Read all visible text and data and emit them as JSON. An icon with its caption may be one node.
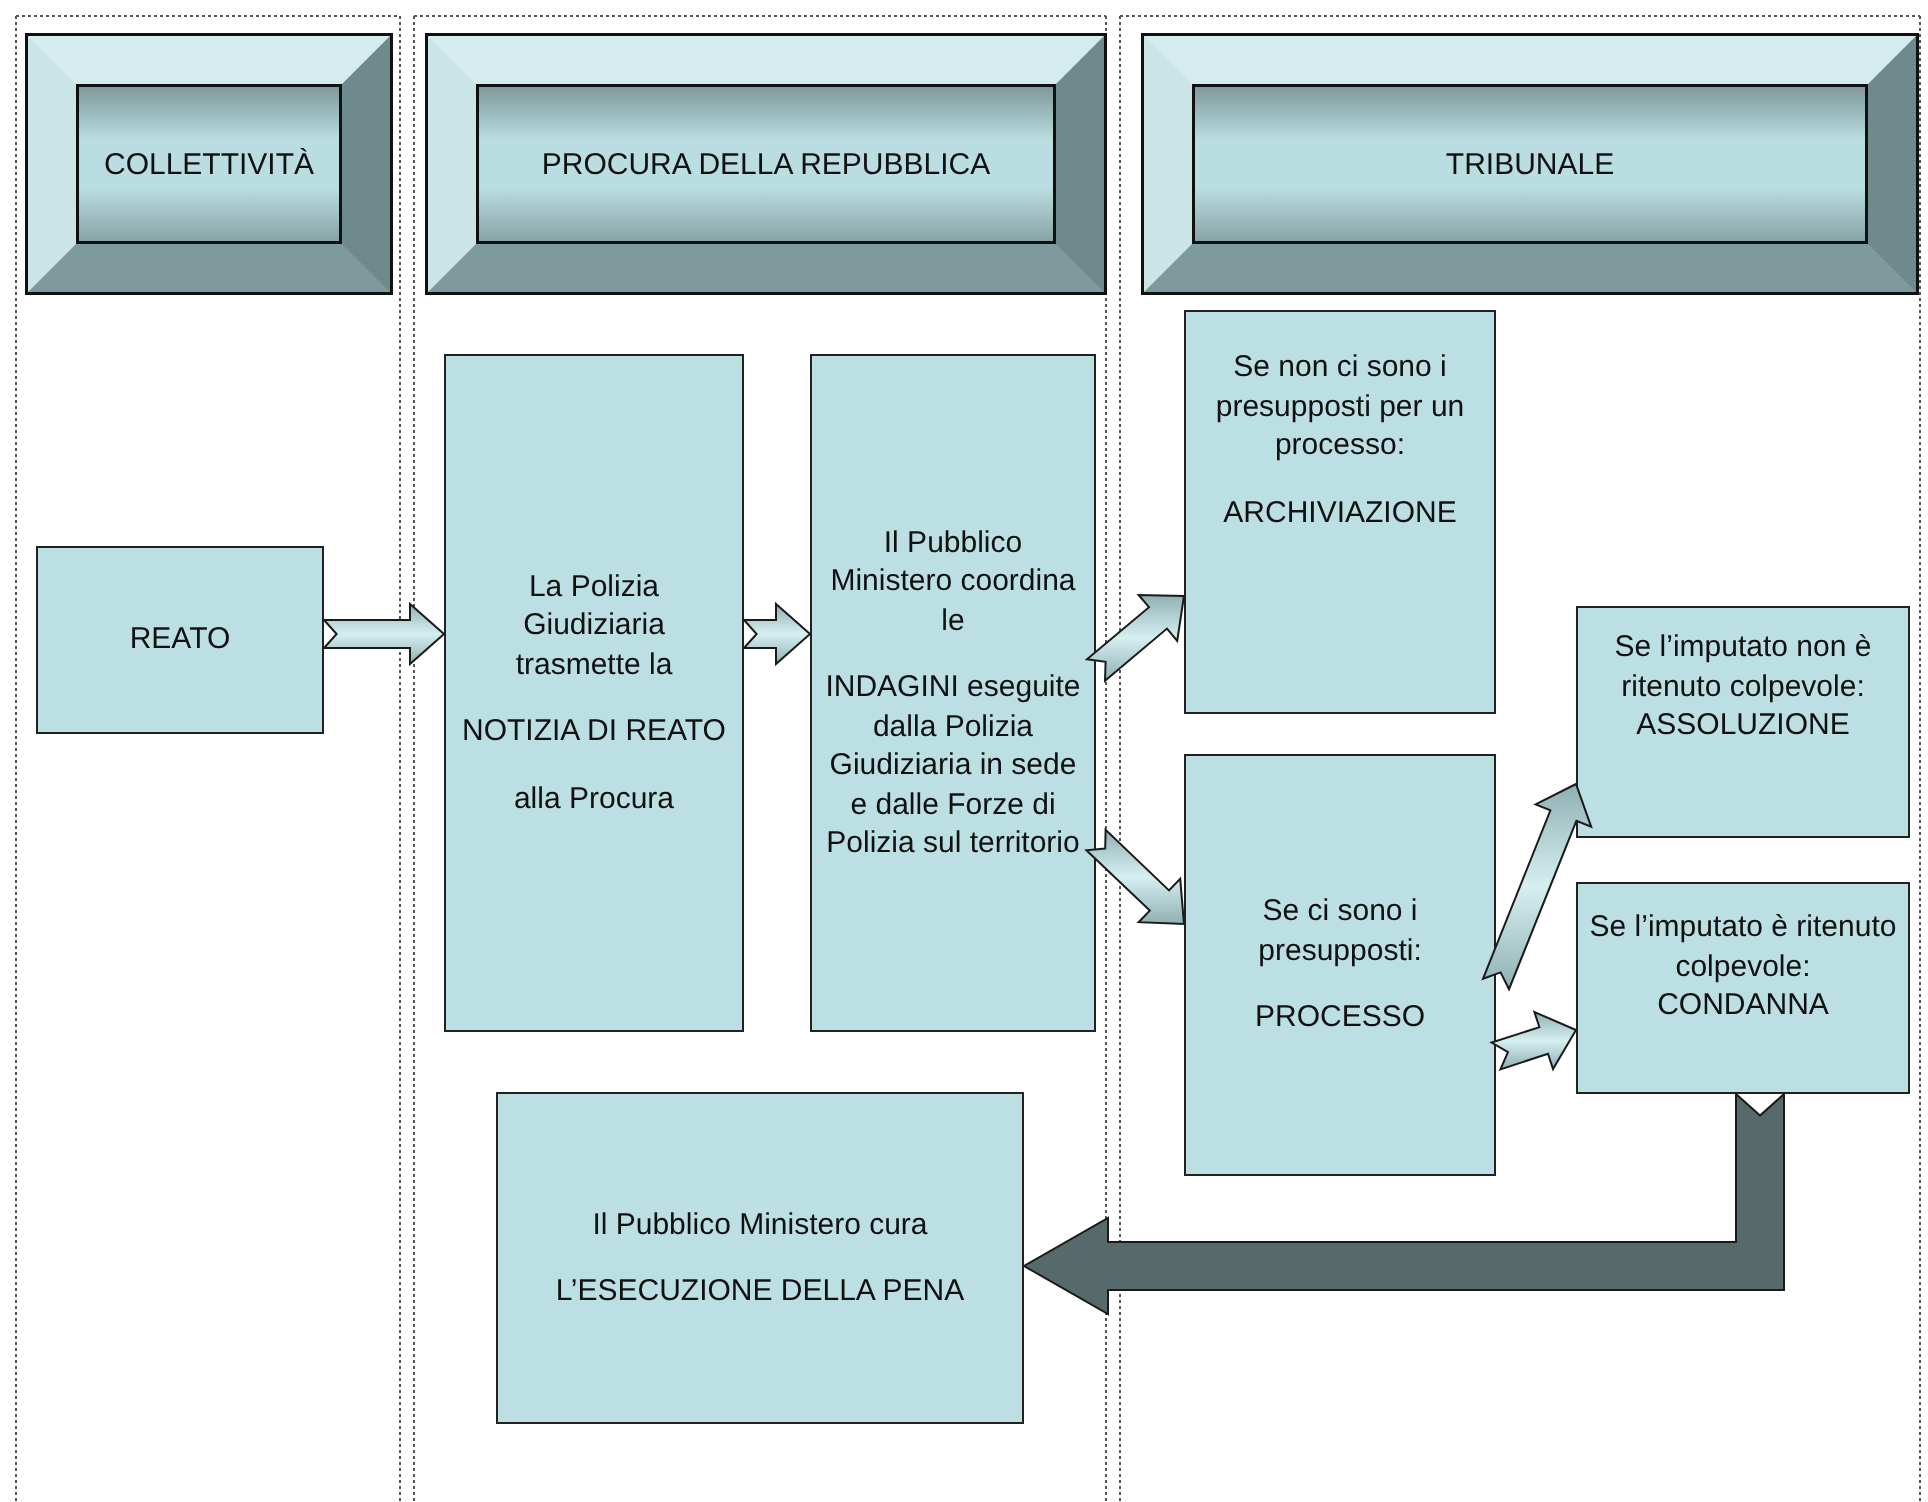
{
  "diagram": {
    "nodes": [
      {
        "text": [
          "COLLETTIVITÀ"
        ]
      },
      {
        "text": [
          "PROCURA DELLA REPUBBLICA"
        ]
      },
      {
        "text": [
          "TRIBUNALE"
        ]
      },
      {
        "text": [
          "REATO"
        ]
      },
      {
        "text": [
          "La Polizia Giudiziaria trasmette la",
          "NOTIZIA DI REATO",
          "alla Procura"
        ]
      },
      {
        "text": [
          "Il Pubblico Ministero coordina le",
          "INDAGINI eseguite dalla Polizia Giudiziaria in sede e dalle Forze di Polizia sul territorio"
        ]
      },
      {
        "text": [
          "Se non ci sono i presupposti per un processo:",
          "ARCHIVIAZIONE"
        ]
      },
      {
        "text": [
          "Se l’imputato non è ritenuto colpevole:",
          "ASSOLUZIONE"
        ]
      },
      {
        "text": [
          "Se ci sono i presupposti:",
          "PROCESSO"
        ]
      },
      {
        "text": [
          "Se l’imputato è ritenuto colpevole:",
          "CONDANNA"
        ]
      },
      {
        "text": [
          "Il Pubblico Ministero cura",
          "L’ESECUZIONE DELLA PENA"
        ]
      }
    ],
    "edges": [
      {
        "from": 3,
        "to": 4,
        "arrow": "to"
      },
      {
        "from": 4,
        "to": 5,
        "arrow": "to"
      },
      {
        "from": 5,
        "to": 6,
        "arrow": "to"
      },
      {
        "from": 5,
        "to": 8,
        "arrow": "to"
      },
      {
        "from": 8,
        "to": 7,
        "arrow": "to"
      },
      {
        "from": 8,
        "to": 9,
        "arrow": "to"
      },
      {
        "from": 9,
        "to": 10,
        "arrow": "to",
        "style": "thick",
        "color": "#56696b"
      }
    ]
  }
}
